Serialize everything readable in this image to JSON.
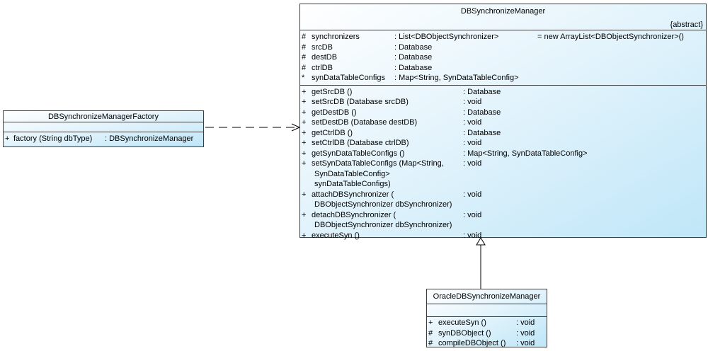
{
  "colors": {
    "class_fill_start": "#ffffff",
    "class_fill_end": "#bfe6f8",
    "class_border": "#3c3c3c",
    "connector": "#000000"
  },
  "factory": {
    "name": "DBSynchronizeManagerFactory",
    "operations": [
      {
        "vis": "+",
        "name": "factory (String dbType)",
        "type": ": DBSynchronizeManager"
      }
    ]
  },
  "manager": {
    "name": "DBSynchronizeManager",
    "stereotype": "{abstract}",
    "attributes": [
      {
        "vis": "#",
        "name": "synchronizers",
        "type": ": List<DBObjectSynchronizer>",
        "init": "= new ArrayList<DBObjectSynchronizer>()"
      },
      {
        "vis": "#",
        "name": "srcDB",
        "type": ": Database"
      },
      {
        "vis": "#",
        "name": "destDB",
        "type": ": Database"
      },
      {
        "vis": "#",
        "name": "ctrlDB",
        "type": ": Database"
      },
      {
        "vis": "*",
        "name": "synDataTableConfigs",
        "type": ": Map<String, SynDataTableConfig>"
      }
    ],
    "operations": [
      {
        "vis": "+",
        "name": "getSrcDB ()",
        "type": ": Database"
      },
      {
        "vis": "+",
        "name": "setSrcDB (Database srcDB)",
        "type": ": void"
      },
      {
        "vis": "+",
        "name": "getDestDB ()",
        "type": ": Database"
      },
      {
        "vis": "+",
        "name": "setDestDB (Database destDB)",
        "type": ": void"
      },
      {
        "vis": "+",
        "name": "getCtrlDB ()",
        "type": ": Database"
      },
      {
        "vis": "+",
        "name": "setCtrlDB (Database ctrlDB)",
        "type": ": void"
      },
      {
        "vis": "+",
        "name": "getSynDataTableConfigs ()",
        "type": ": Map<String, SynDataTableConfig>"
      },
      {
        "vis": "+",
        "name": "setSynDataTableConfigs (Map<String,",
        "type": ": void",
        "cont": [
          "SynDataTableConfig>",
          "synDataTableConfigs)"
        ]
      },
      {
        "vis": "+",
        "name": "attachDBSynchronizer (",
        "type": ": void",
        "cont": [
          "DBObjectSynchronizer dbSynchronizer)"
        ]
      },
      {
        "vis": "+",
        "name": "detachDBSynchronizer (",
        "type": ": void",
        "cont": [
          "DBObjectSynchronizer dbSynchronizer)"
        ]
      },
      {
        "vis": "+",
        "name": "executeSyn ()",
        "type": ": void"
      }
    ]
  },
  "oracle": {
    "name": "OracleDBSynchronizeManager",
    "operations": [
      {
        "vis": "+",
        "name": "executeSyn ()",
        "type": ": void"
      },
      {
        "vis": "#",
        "name": "synDBObject ()",
        "type": ": void"
      },
      {
        "vis": "#",
        "name": "compileDBObject ()",
        "type": ": void"
      }
    ]
  }
}
